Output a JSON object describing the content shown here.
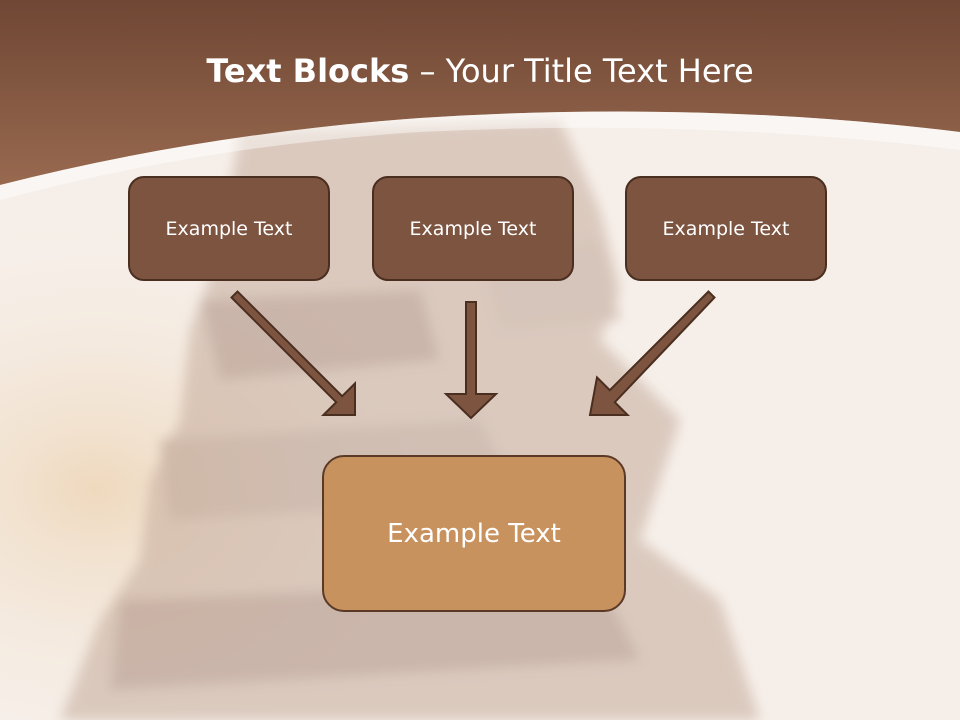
{
  "slide": {
    "title_bold": "Text Blocks",
    "title_separator": " – ",
    "title_rest": "Your Title Text Here",
    "top_boxes": [
      {
        "label": "Example Text"
      },
      {
        "label": "Example Text"
      },
      {
        "label": "Example Text"
      }
    ],
    "bottom_box": {
      "label": "Example Text"
    }
  },
  "colors": {
    "header_brown": "#7b4f3a",
    "box_dark": "#7d5440",
    "box_light": "#c8925f",
    "arrow_fill": "#7d5440",
    "arrow_stroke": "#4a2e1f"
  }
}
